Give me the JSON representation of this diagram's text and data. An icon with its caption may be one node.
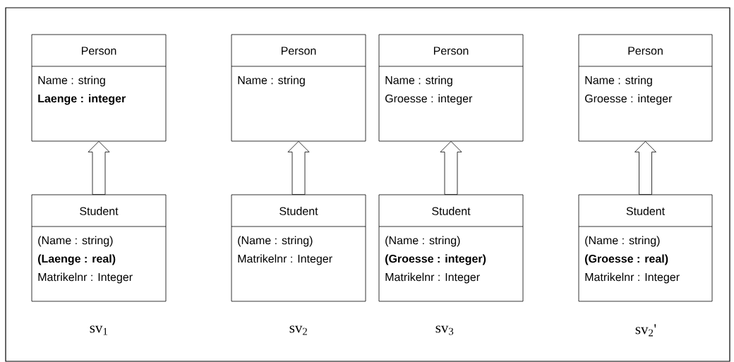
{
  "diagram": {
    "nodes": [
      {
        "text": [
          "Person",
          "Name : string",
          "**Laenge : integer**"
        ]
      },
      {
        "text": [
          "Student",
          "(Name : string)",
          "**(Laenge : real)**",
          "Matrikelnr : Integer"
        ]
      },
      {
        "text": [
          "Person",
          "Name : string"
        ]
      },
      {
        "text": [
          "Student",
          "(Name : string)",
          "Matrikelnr : Integer"
        ]
      },
      {
        "text": [
          "Person",
          "Name : string",
          "Groesse : integer"
        ]
      },
      {
        "text": [
          "Student",
          "(Name : string)",
          "**(Groesse : integer)**",
          "Matrikelnr : Integer"
        ]
      },
      {
        "text": [
          "Person",
          "Name : string",
          "Groesse : integer"
        ]
      },
      {
        "text": [
          "Student",
          "(Name : string)",
          "**(Groesse : real)**",
          "Matrikelnr : Integer"
        ]
      }
    ],
    "edges": [
      {
        "from": 1,
        "to": 0,
        "arrow": "to"
      },
      {
        "from": 3,
        "to": 2,
        "arrow": "to"
      },
      {
        "from": 5,
        "to": 4,
        "arrow": "to"
      },
      {
        "from": 7,
        "to": 6,
        "arrow": "to"
      }
    ],
    "labels": [
      "sv$_{1}$",
      "sv$_{2}$",
      "sv$_{3}$",
      "sv$_{2}$'"
    ]
  }
}
